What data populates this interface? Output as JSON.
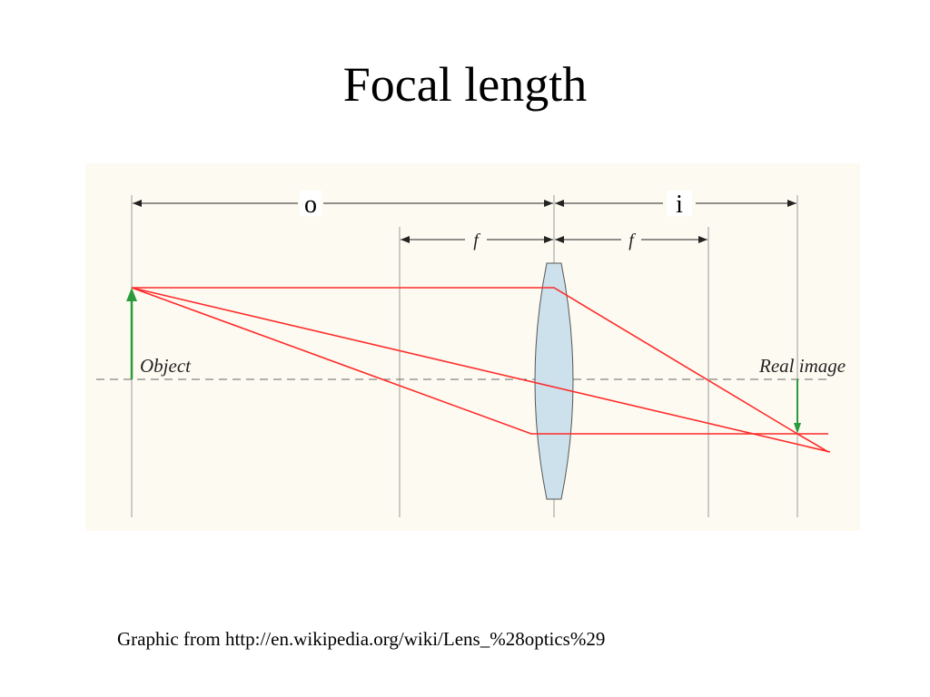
{
  "slide": {
    "title": "Focal length",
    "caption": "Graphic from http://en.wikipedia.org/wiki/Lens_%28optics%29"
  },
  "diagram": {
    "labels": {
      "object_distance": "o",
      "image_distance": "i",
      "focal_left": "f",
      "focal_right": "f",
      "object": "Object",
      "real_image": "Real image"
    },
    "colors": {
      "background": "#fdfbf1",
      "ray": "#ff2a2a",
      "object_arrow": "#2a9a3a",
      "image_arrow": "#2a9a3a",
      "lens_fill": "#cde1ec",
      "lens_stroke": "#555555",
      "guide": "#9a9a9a",
      "axis": "#666666"
    }
  }
}
